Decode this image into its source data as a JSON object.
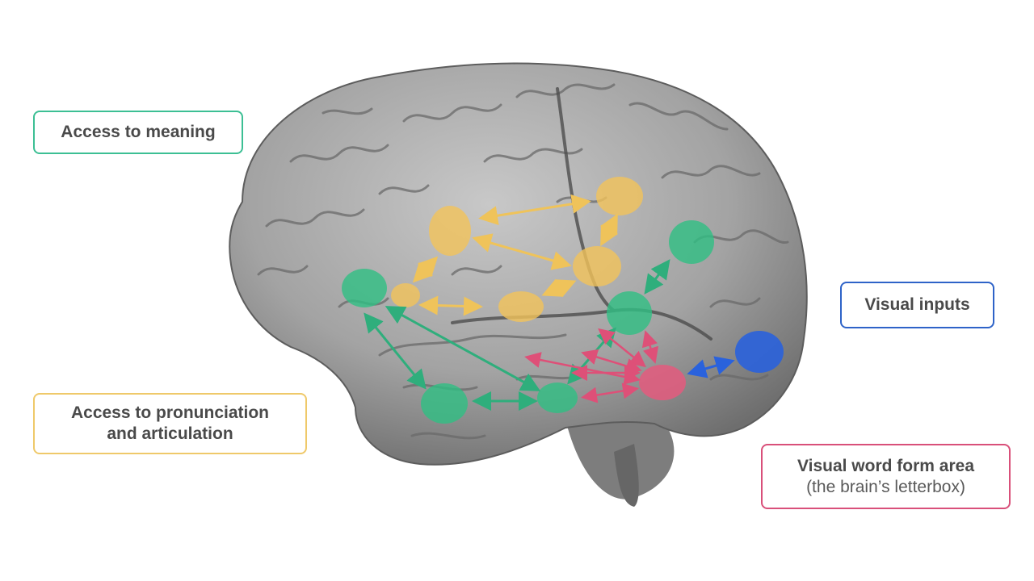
{
  "labels": {
    "meaning": {
      "text": "Access to meaning",
      "color": "#3cbf94"
    },
    "pronunciation": {
      "line1": "Access to pronunciation",
      "line2": "and articulation",
      "color": "#efc96a"
    },
    "visual_inputs": {
      "text": "Visual inputs",
      "color": "#2e63c8"
    },
    "vwfa": {
      "line1": "Visual word form area",
      "line2": "(the brain’s letterbox)",
      "color": "#d9507a"
    }
  },
  "colors": {
    "green": "#2fbf83",
    "yellow": "#f2c35a",
    "blue": "#2a62dc",
    "pink": "#e45a7e",
    "brain_fill": "#9a9a9a",
    "brain_dark": "#5c5c5c"
  }
}
